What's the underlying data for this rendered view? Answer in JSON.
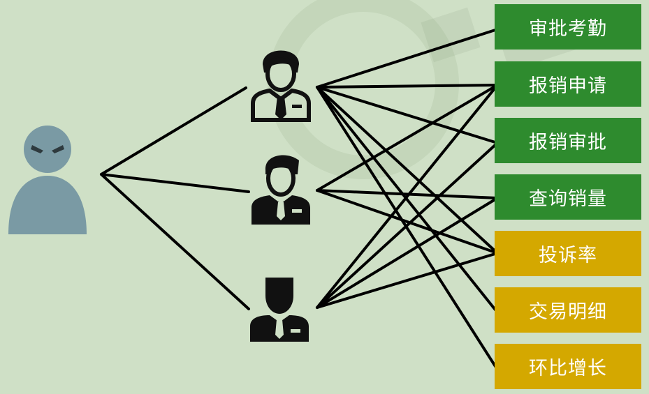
{
  "colors": {
    "background": "#cfe0c6",
    "permission_green": "#2e8b2e",
    "permission_yellow": "#d4a800",
    "attacker": "#7a9aa4",
    "role_icon": "#111111",
    "connector": "#000000"
  },
  "attacker": {
    "icon": "masked-user-icon"
  },
  "roles": [
    {
      "icon": "employee-icon"
    },
    {
      "icon": "manager-icon"
    },
    {
      "icon": "executive-icon"
    }
  ],
  "permissions": [
    {
      "label": "审批考勤",
      "color": "green"
    },
    {
      "label": "报销申请",
      "color": "green"
    },
    {
      "label": "报销审批",
      "color": "green"
    },
    {
      "label": "查询销量",
      "color": "green"
    },
    {
      "label": "投诉率",
      "color": "yellow"
    },
    {
      "label": "交易明细",
      "color": "yellow"
    },
    {
      "label": "环比增长",
      "color": "yellow"
    }
  ],
  "attacker_role_links": [
    0,
    1,
    2
  ],
  "role_permission_links": [
    [
      0,
      0
    ],
    [
      0,
      1
    ],
    [
      0,
      2
    ],
    [
      0,
      4
    ],
    [
      0,
      5
    ],
    [
      0,
      6
    ],
    [
      1,
      1
    ],
    [
      1,
      3
    ],
    [
      1,
      4
    ],
    [
      2,
      1
    ],
    [
      2,
      2
    ],
    [
      2,
      3
    ],
    [
      2,
      4
    ]
  ]
}
